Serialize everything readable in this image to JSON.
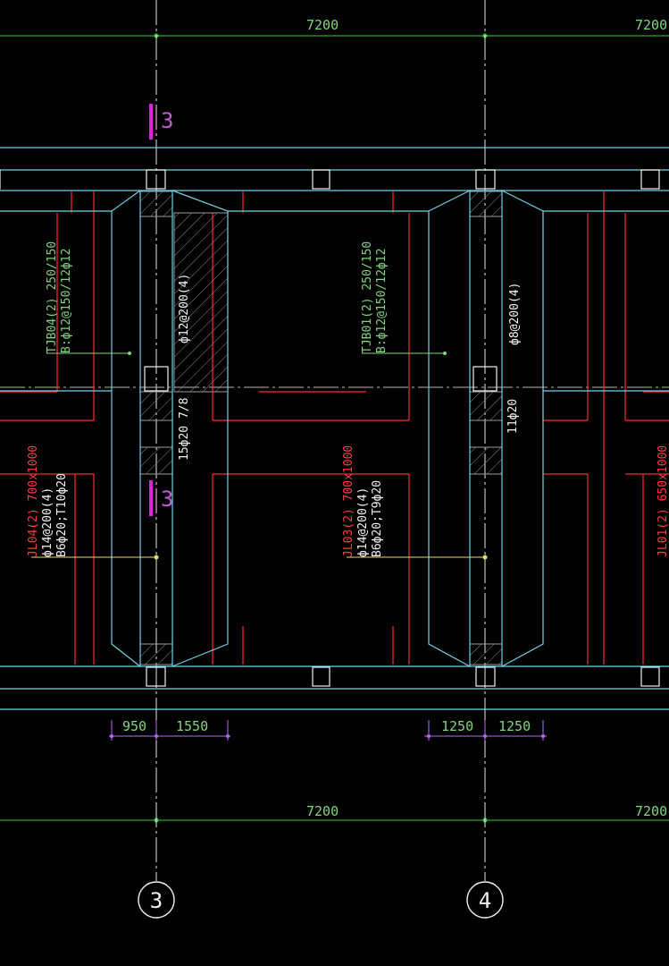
{
  "colors": {
    "background": "#000000",
    "axis_green": "#3ecb3e",
    "beam_cyan": "#6fd2e6",
    "foundation_red": "#ff2b2b",
    "column_white": "#f0f0f0",
    "dim_purple": "#b56bff",
    "section_magenta": "#e01fe0"
  },
  "dimensions": {
    "top_span_left": "7200",
    "top_span_right": "7200",
    "bottom_span_left": "7200",
    "bottom_span_right": "7200",
    "left_col_dims": [
      "950",
      "1550"
    ],
    "right_col_dims": [
      "1250",
      "1250"
    ]
  },
  "section_marks": [
    "3",
    "3"
  ],
  "axes": [
    {
      "label": "3"
    },
    {
      "label": "4"
    }
  ],
  "annotations": {
    "tjb04": {
      "line1": "TJB04(2) 250/150",
      "line2": "B:ф12@150/12ф12"
    },
    "tjb01": {
      "line1": "TJB01(2) 250/150",
      "line2": "B:ф12@150/12ф12"
    },
    "left_stirrup": "ф12@200(4)",
    "left_rebar_upper": "15ф20 7/8",
    "right_stirrup": "ф8@200(4)",
    "right_rebar": "11ф20",
    "jl04": {
      "line1": "JL04(2) 700x1000",
      "line2": "ф14@200(4)",
      "line3": "B6ф20;T10ф20"
    },
    "jl03": {
      "line1": "JL03(2) 700x1000",
      "line2": "ф14@200(4)",
      "line3": "B6ф20;T9ф20"
    },
    "jl01_partial": "JL01(2) 650x1000"
  }
}
